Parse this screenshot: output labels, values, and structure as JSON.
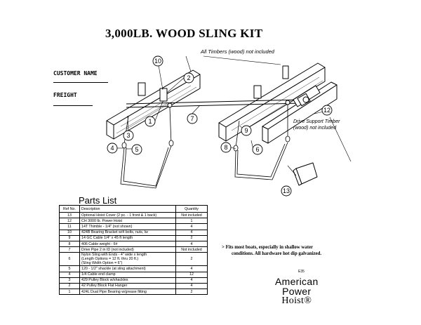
{
  "title": "3,000LB. WOOD SLING KIT",
  "form": {
    "customer_label": "CUSTOMER NAME",
    "freight_label": "FREIGHT"
  },
  "notes": {
    "timbers": "All Timbers (wood) not included",
    "support_line1": "Drive Support Timber",
    "support_line2": "(wood) not included"
  },
  "callouts": [
    "1",
    "2",
    "3",
    "4",
    "5",
    "6",
    "7",
    "8",
    "9",
    "10",
    "12",
    "13"
  ],
  "parts_list": {
    "title": "Parts List",
    "headers": [
      "Ref No.",
      "Description",
      "Quantity"
    ],
    "rows": [
      {
        "ref": "13",
        "desc": [
          "Optional Hoist Cover (2 pc. - 1 front & 1 back)"
        ],
        "qty": "Not included"
      },
      {
        "ref": "12",
        "desc": [
          "CH 3000 lb. Power Hoist"
        ],
        "qty": "1"
      },
      {
        "ref": "11",
        "desc": [
          "14T Thimble - 1/4\" (not shown)"
        ],
        "qty": "4"
      },
      {
        "ref": "10",
        "desc": [
          "424B Bearing Bracket w/4 bolts, nuts, lw"
        ],
        "qty": "4"
      },
      {
        "ref": "9",
        "desc": [
          "14 GC Cable 1/4\" x 45 ft length"
        ],
        "qty": "2"
      },
      {
        "ref": "8",
        "desc": [
          "406 Cable weight - 6#"
        ],
        "qty": "4"
      },
      {
        "ref": "7",
        "desc": [
          "Drive Pipe 2 in ID (not included)"
        ],
        "qty": "Not included"
      },
      {
        "ref": "6",
        "desc": [
          "Nylon Sling with Ends - 4\" wide x length",
          "(Length Options = 12 ft. thru 20 ft.)",
          "(Sling Width Option = 6\")"
        ],
        "qty": "2"
      },
      {
        "ref": "5",
        "desc": [
          "120 - 1/2\" shackle (at sling attachment)"
        ],
        "qty": "4"
      },
      {
        "ref": "4",
        "desc": [
          "1/4 Cable end clamp"
        ],
        "qty": "12"
      },
      {
        "ref": "3",
        "desc": [
          "429 Pulley Block w/shackles"
        ],
        "qty": "4"
      },
      {
        "ref": "2",
        "desc": [
          "42 Pulley Block Flat Hanger"
        ],
        "qty": "4"
      },
      {
        "ref": "1",
        "desc": [
          "424L Dual Pipe Bearing w/grease fitting"
        ],
        "qty": "2"
      }
    ]
  },
  "bullets": {
    "line1": "> Fits most boats, especially in shallow water",
    "line2": "conditions. All hardware hot dip galvanized."
  },
  "logo": {
    "code": "E35",
    "line1": "American",
    "line2": "Power",
    "line3": "Hoist®"
  }
}
